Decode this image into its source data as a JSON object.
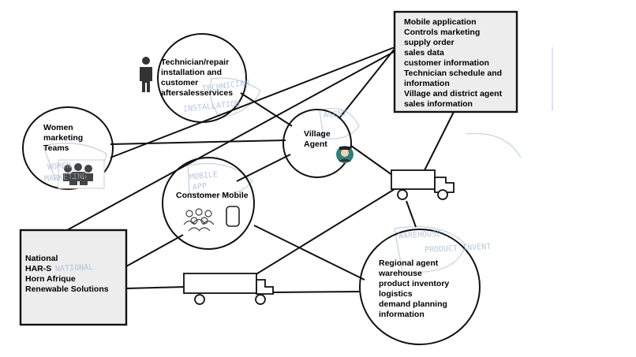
{
  "mobile_app": {
    "lines": [
      "Mobile application",
      "Controls marketing",
      "supply order",
      "sales data",
      "customer information",
      "Technician schedule and",
      "information",
      "Village and district agent",
      "sales information"
    ]
  },
  "technician": {
    "lines": [
      "Technician/repair",
      "installation and",
      "customer",
      "aftersalesservices"
    ]
  },
  "village_agent": {
    "lines": [
      "Village",
      "Agent"
    ]
  },
  "women_marketing": {
    "lines": [
      "Women",
      "marketing",
      "Teams"
    ]
  },
  "customer_mobile": {
    "lines": [
      "Constomer Mobile"
    ]
  },
  "national": {
    "lines": [
      "National",
      "HAR-S",
      "Horn Afrique",
      "Renewable Solutions"
    ]
  },
  "regional": {
    "lines": [
      "Regional agent",
      "warehouse",
      "product inventory",
      "logistics",
      "demand planning",
      "information"
    ]
  },
  "background_sketch": {
    "items": [
      "TECHNICIAN",
      "INSTALLATION",
      "WOMEN",
      "MARKETING",
      "MOBILE",
      "APP",
      "NATIONAL",
      "WAREHOUSE",
      "PRODUCT INVENT",
      "AGENT"
    ]
  },
  "colors": {
    "ink": "#111111",
    "box_fill": "#ededed",
    "sketch": "#9ab0cf"
  },
  "icons": [
    "person-icon",
    "agent-avatar-icon",
    "team-group-icon",
    "crowd-icon",
    "phone-icon",
    "delivery-truck-icon"
  ]
}
